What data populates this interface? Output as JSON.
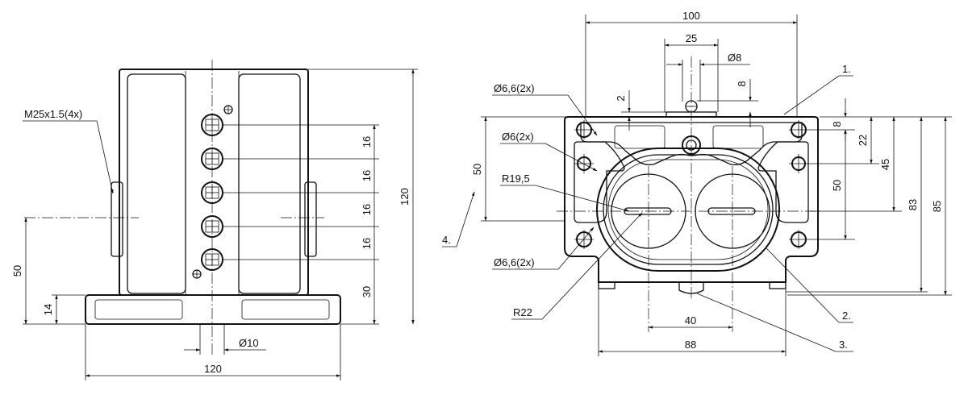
{
  "side_view": {
    "thread_callout": "M25x1.5(4x)",
    "dim_width": "120",
    "dim_height": "120",
    "dim_pitch": [
      "16",
      "16",
      "16",
      "16"
    ],
    "dim_bottom_hole": "30",
    "dim_axis_height": "50",
    "dim_base": "14",
    "dim_diameter": "Ø10"
  },
  "front_view": {
    "dim_top_width": "100",
    "dim_inner_width": "25",
    "dim_pin_dia": "Ø8",
    "dim_pin_height": "8",
    "dim_gap": "2",
    "dim_hole_top": "Ø6,6(2x)",
    "dim_hole_mid": "Ø6(2x)",
    "dim_hole_bottom": "Ø6,6(2x)",
    "dim_radius_small": "R19,5",
    "dim_radius_large": "R22",
    "dim_left_height": "50",
    "dim_slot_spacing": "40",
    "dim_base_width": "88",
    "dim_r8": "8",
    "dim_r22": "22",
    "dim_r45": "45",
    "dim_r50": "50",
    "dim_r83": "83",
    "dim_r85": "85"
  },
  "callouts": [
    "1.",
    "2.",
    "3.",
    "4."
  ]
}
